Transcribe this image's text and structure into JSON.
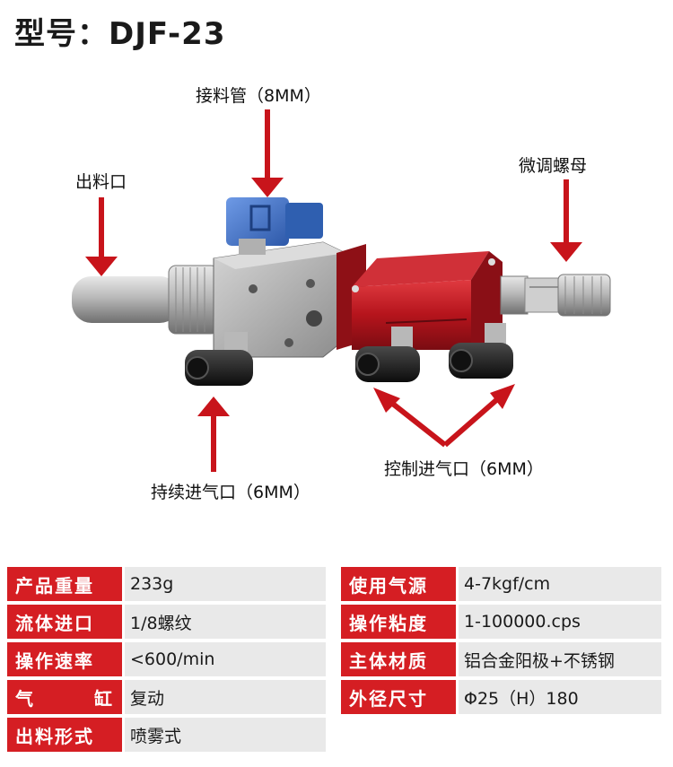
{
  "title": "型号：DJF-23",
  "figure": {
    "labels": {
      "feed_tube": "接料管（8MM）",
      "outlet": "出料口",
      "micro_nut": "微调螺母",
      "continuous_inlet": "持续进气口（6MM）",
      "control_inlet": "控制进气口（6MM）"
    },
    "colors": {
      "arrow": "#c8141b",
      "red_body": "#b5141c",
      "steel": "#a9a9a9",
      "blue_fitting": "#3f73c9"
    }
  },
  "specs": {
    "left": [
      {
        "key": "产品重量",
        "value": "233g"
      },
      {
        "key": "流体进口",
        "value": "1/8螺纹"
      },
      {
        "key": "操作速率",
        "value": "<600/min"
      },
      {
        "key_a": "气",
        "key_b": "缸",
        "value": "复动"
      },
      {
        "key": "出料形式",
        "value": "喷雾式"
      }
    ],
    "right": [
      {
        "key": "使用气源",
        "value": "4-7kgf/cm"
      },
      {
        "key": "操作粘度",
        "value": "1-100000.cps"
      },
      {
        "key": "主体材质",
        "value": "铝合金阳极+不锈钢"
      },
      {
        "key": "外径尺寸",
        "value": "Φ25（H）180"
      }
    ]
  }
}
